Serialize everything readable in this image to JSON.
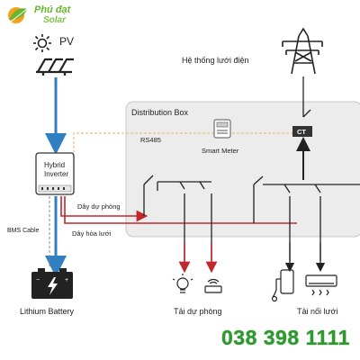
{
  "brand": {
    "name_line1": "Phú đạt",
    "name_line2": "Solar",
    "logo_icon": "sun-leaf-icon",
    "colors": {
      "primary": "#6ab52e",
      "secondary": "#f4a21d"
    }
  },
  "labels": {
    "pv": "PV",
    "grid": "Hệ thống lưới điện",
    "distribution_box": "Distribution Box",
    "rs485": "RS485",
    "smart_meter": "Smart Meter",
    "ct": "CT",
    "inverter_line1": "Hybrid",
    "inverter_line2": "Inverter",
    "backup_wire": "Dây dự phòng",
    "grid_wire": "Dây hòa lưới",
    "bms_cable": "BMS Cable",
    "battery": "Lithium Battery",
    "backup_load": "Tải dự phòng",
    "grid_load": "Tải nối lưới"
  },
  "phone": "038 398 1111",
  "icons": [
    "sun-icon",
    "solar-panel-icon",
    "transmission-tower-icon",
    "smart-meter-icon",
    "hybrid-inverter-icon",
    "battery-icon",
    "lightbulb-icon",
    "router-icon",
    "water-heater-icon",
    "air-conditioner-icon"
  ],
  "colors": {
    "pv_flow": "#2f7fc1",
    "backup_flow": "#c0282d",
    "grid_flow": "#333333",
    "rs485_line": "#e8c07a",
    "box_fill": "#ececec",
    "phone": "#2d9a2d"
  }
}
